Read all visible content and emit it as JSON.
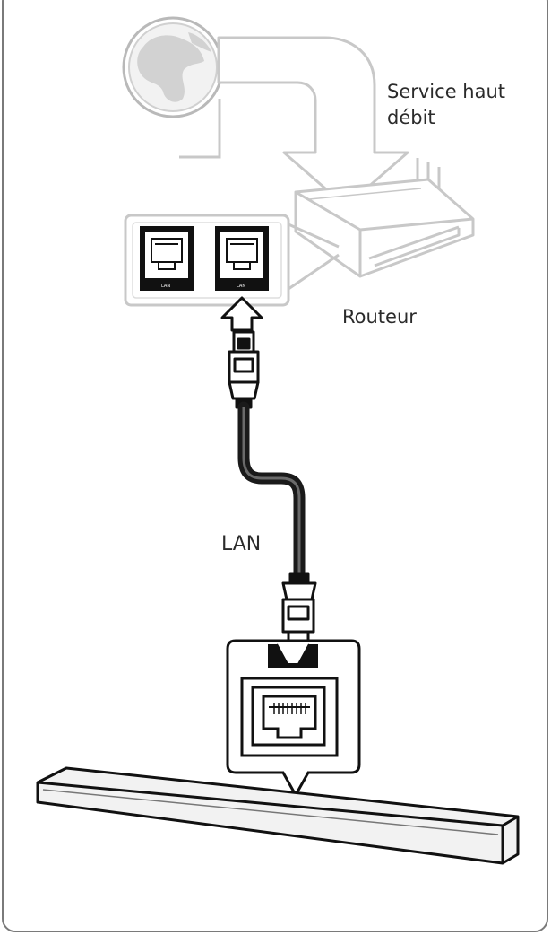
{
  "labels": {
    "service_line1": "Service haut",
    "service_line2": "débit",
    "router": "Routeur",
    "cable": "LAN"
  },
  "router_ports": [
    {
      "label": "LAN"
    },
    {
      "label": "LAN"
    }
  ],
  "colors": {
    "frame_border": "#7a7a7a",
    "light_line": "#c8c8c8",
    "light_fill": "#eeeeee",
    "cable": "#1a1a1a",
    "soundbar_fill": "#f2f2f2"
  },
  "icons": [
    "globe-icon",
    "arrow-down-icon",
    "arrow-up-icon",
    "router-icon",
    "lan-port-icon",
    "lan-plug-icon",
    "soundbar-icon"
  ]
}
